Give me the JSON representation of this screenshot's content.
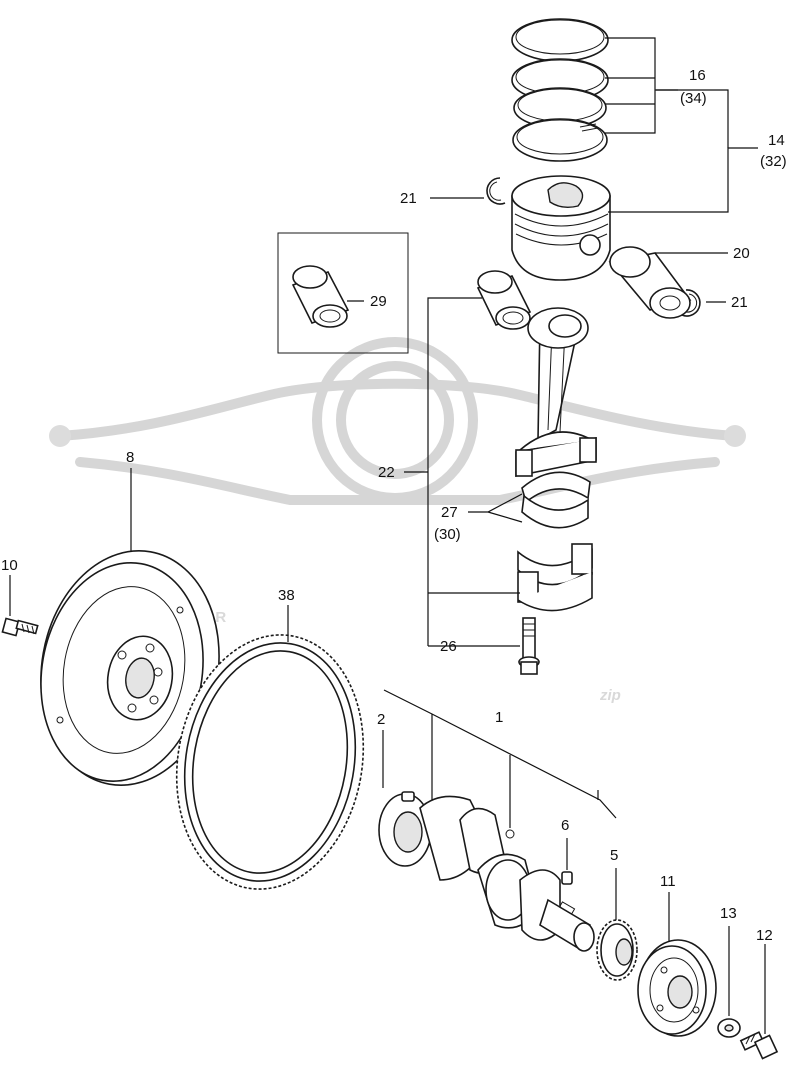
{
  "watermark": {
    "brand_text": "SCOOTER",
    "script_text": "zip",
    "color": "#d8d8d8"
  },
  "callouts": {
    "c1": "1",
    "c2": "2",
    "c5": "5",
    "c6": "6",
    "c8": "8",
    "c10": "10",
    "c11": "11",
    "c12": "12",
    "c13": "13",
    "c14": "14",
    "c14_alt": "(32)",
    "c16": "16",
    "c16_alt": "(34)",
    "c20": "20",
    "c21_top": "21",
    "c21_right": "21",
    "c22": "22",
    "c26": "26",
    "c27": "27",
    "c27_alt": "(30)",
    "c29": "29",
    "c38": "38"
  },
  "parts": [
    {
      "ref": "1",
      "icon": "crankshaft-icon"
    },
    {
      "ref": "2",
      "icon": "dowel-pin-icon"
    },
    {
      "ref": "5",
      "icon": "crank-gear-icon"
    },
    {
      "ref": "6",
      "icon": "key-icon"
    },
    {
      "ref": "8",
      "icon": "flywheel-icon"
    },
    {
      "ref": "10",
      "icon": "bolt-icon"
    },
    {
      "ref": "11",
      "icon": "pulley-icon"
    },
    {
      "ref": "12",
      "icon": "bolt-icon"
    },
    {
      "ref": "13",
      "icon": "washer-icon"
    },
    {
      "ref": "14",
      "icon": "piston-icon"
    },
    {
      "ref": "16",
      "icon": "piston-ring-icon"
    },
    {
      "ref": "20",
      "icon": "piston-pin-icon"
    },
    {
      "ref": "21",
      "icon": "circlip-icon"
    },
    {
      "ref": "22",
      "icon": "connecting-rod-icon"
    },
    {
      "ref": "26",
      "icon": "rod-bolt-icon"
    },
    {
      "ref": "27",
      "icon": "bearing-shell-icon"
    },
    {
      "ref": "29",
      "icon": "bushing-icon"
    },
    {
      "ref": "38",
      "icon": "ring-gear-icon"
    }
  ]
}
